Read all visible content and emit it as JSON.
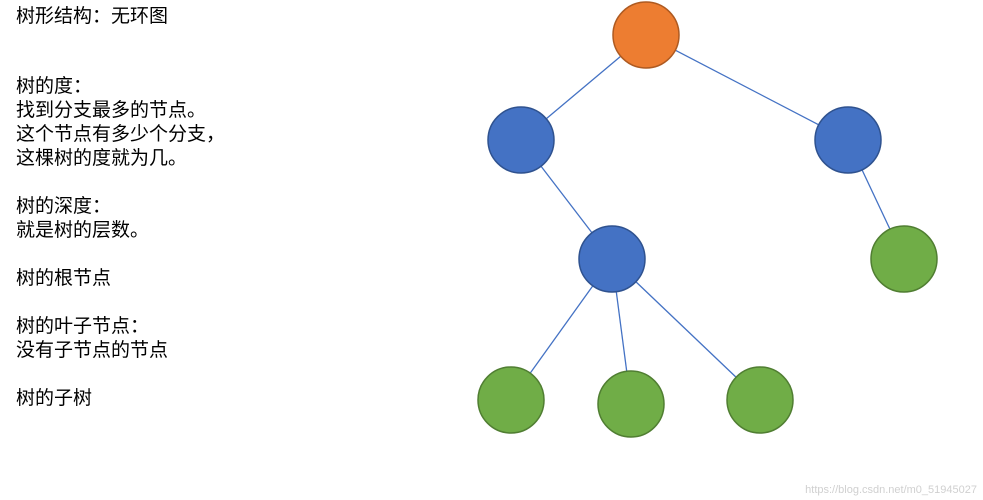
{
  "notes": {
    "title": "树形结构：无环图",
    "degree_heading": "树的度：",
    "degree_line1": "找到分支最多的节点。",
    "degree_line2": "这个节点有多少个分支，",
    "degree_line3": "这棵树的度就为几。",
    "depth_heading": "树的深度：",
    "depth_line1": "就是树的层数。",
    "root": "树的根节点",
    "leaf_heading": "树的叶子节点：",
    "leaf_line1": "没有子节点的节点",
    "subtree": "树的子树"
  },
  "tree": {
    "colors": {
      "root": "#ED7D31",
      "internal": "#4472C4",
      "leaf": "#70AD47",
      "edge": "#4472C4",
      "stroke_root": "#AE5A21",
      "stroke_internal": "#2F528F",
      "stroke_leaf": "#507E32"
    },
    "nodes": [
      {
        "id": "root",
        "kind": "root"
      },
      {
        "id": "left",
        "kind": "internal"
      },
      {
        "id": "right",
        "kind": "internal"
      },
      {
        "id": "mid",
        "kind": "internal"
      },
      {
        "id": "right-leaf",
        "kind": "leaf"
      },
      {
        "id": "leaf-1",
        "kind": "leaf"
      },
      {
        "id": "leaf-2",
        "kind": "leaf"
      },
      {
        "id": "leaf-3",
        "kind": "leaf"
      }
    ],
    "edges": [
      [
        "root",
        "left"
      ],
      [
        "root",
        "right"
      ],
      [
        "left",
        "mid"
      ],
      [
        "right",
        "right-leaf"
      ],
      [
        "mid",
        "leaf-1"
      ],
      [
        "mid",
        "leaf-2"
      ],
      [
        "mid",
        "leaf-3"
      ]
    ]
  },
  "watermark": "https://blog.csdn.net/m0_51945027"
}
